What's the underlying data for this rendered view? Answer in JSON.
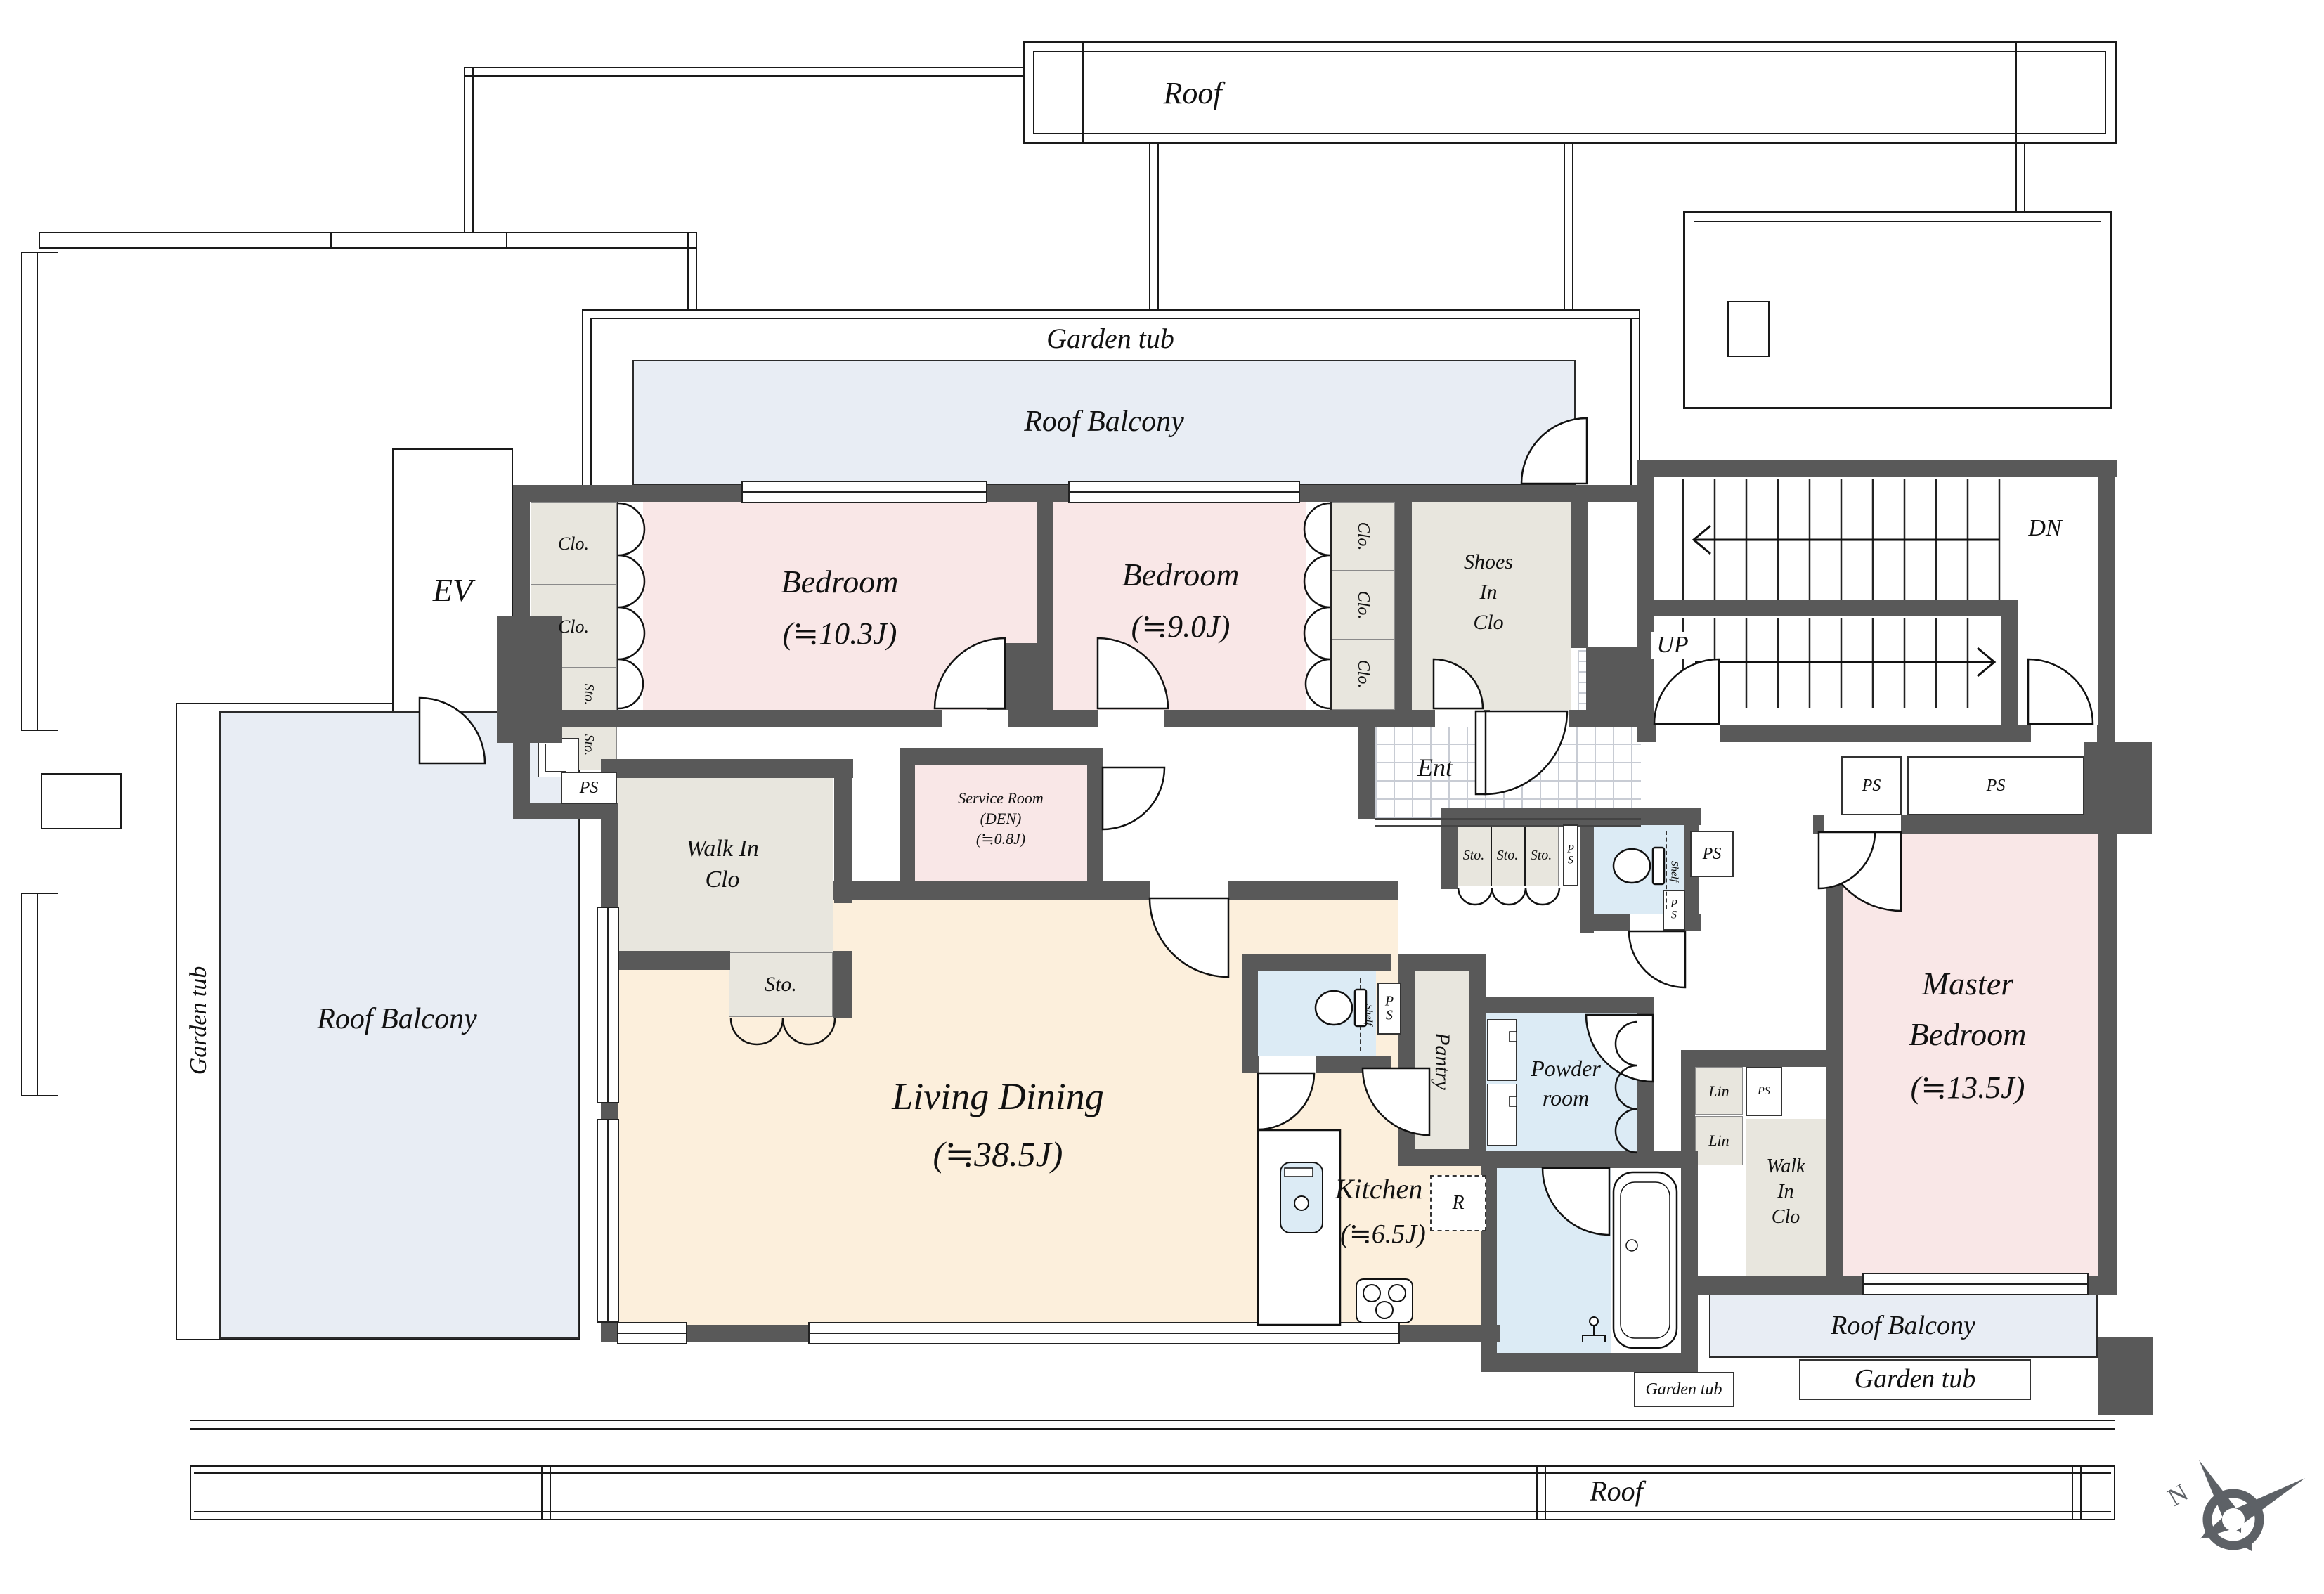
{
  "labels": {
    "roof_top": "Roof",
    "garden_tub_top": "Garden tub",
    "roof_balcony_top": "Roof  Balcony",
    "ev": "EV",
    "clo_a": "Clo.",
    "clo_b": "Clo.",
    "sto_a": "Sto.",
    "sto_b": "Sto.",
    "ps_left": "PS",
    "bedroom1": [
      "Bedroom",
      "(≒10.3J)"
    ],
    "bedroom2": [
      "Bedroom",
      "(≒9.0J)"
    ],
    "clo_r": [
      "Clo.",
      "Clo.",
      "Clo."
    ],
    "shoes": [
      "Shoes",
      "In",
      "Clo"
    ],
    "dn": "DN",
    "up": "UP",
    "ent": "Ent",
    "wic_left": [
      "Walk In",
      "Clo"
    ],
    "service": [
      "Service Room",
      "(DEN)",
      "(≒0.8J)"
    ],
    "sto_hall": "Sto.",
    "living": [
      "Living Dining",
      "(≒38.5J)"
    ],
    "sto3": [
      "Sto.",
      "Sto.",
      "Sto."
    ],
    "ps_vert": [
      "P",
      "S"
    ],
    "shelf_a": "Shelf",
    "shelf_b": "Shelf",
    "ps_t1": [
      "P",
      "S"
    ],
    "ps_t2": "PS",
    "ps_small": [
      "P",
      "S"
    ],
    "pantry": "Pantry",
    "powder": [
      "Powder",
      "room"
    ],
    "kitchen": [
      "Kitchen",
      "(≒6.5J)"
    ],
    "fridge": "R",
    "lin_a": "Lin",
    "lin_b": "Lin",
    "ps_lin": "PS",
    "wic_right": [
      "Walk",
      "In",
      "Clo"
    ],
    "master": [
      "Master",
      "Bedroom",
      "(≒13.5J)"
    ],
    "ps_m1": "PS",
    "ps_m2": "PS",
    "roof_balcony_left": "Roof  Balcony",
    "garden_tub_left": "Garden tub",
    "roof_balcony_right": "Roof  Balcony",
    "garden_tub_small": "Garden tub",
    "garden_tub_big": "Garden tub",
    "roof_bottom": "Roof",
    "compass_n": "N"
  },
  "colors": {
    "wall": "#595959",
    "line": "#1a1a1a",
    "bedroom": "#f9e7e7",
    "living": "#fcefdc",
    "closet": "#e8e6de",
    "balcony": "#e8edf4",
    "bath": "#dcebf5",
    "tile_line": "#c8ccd4",
    "compass": "#5d6166"
  }
}
